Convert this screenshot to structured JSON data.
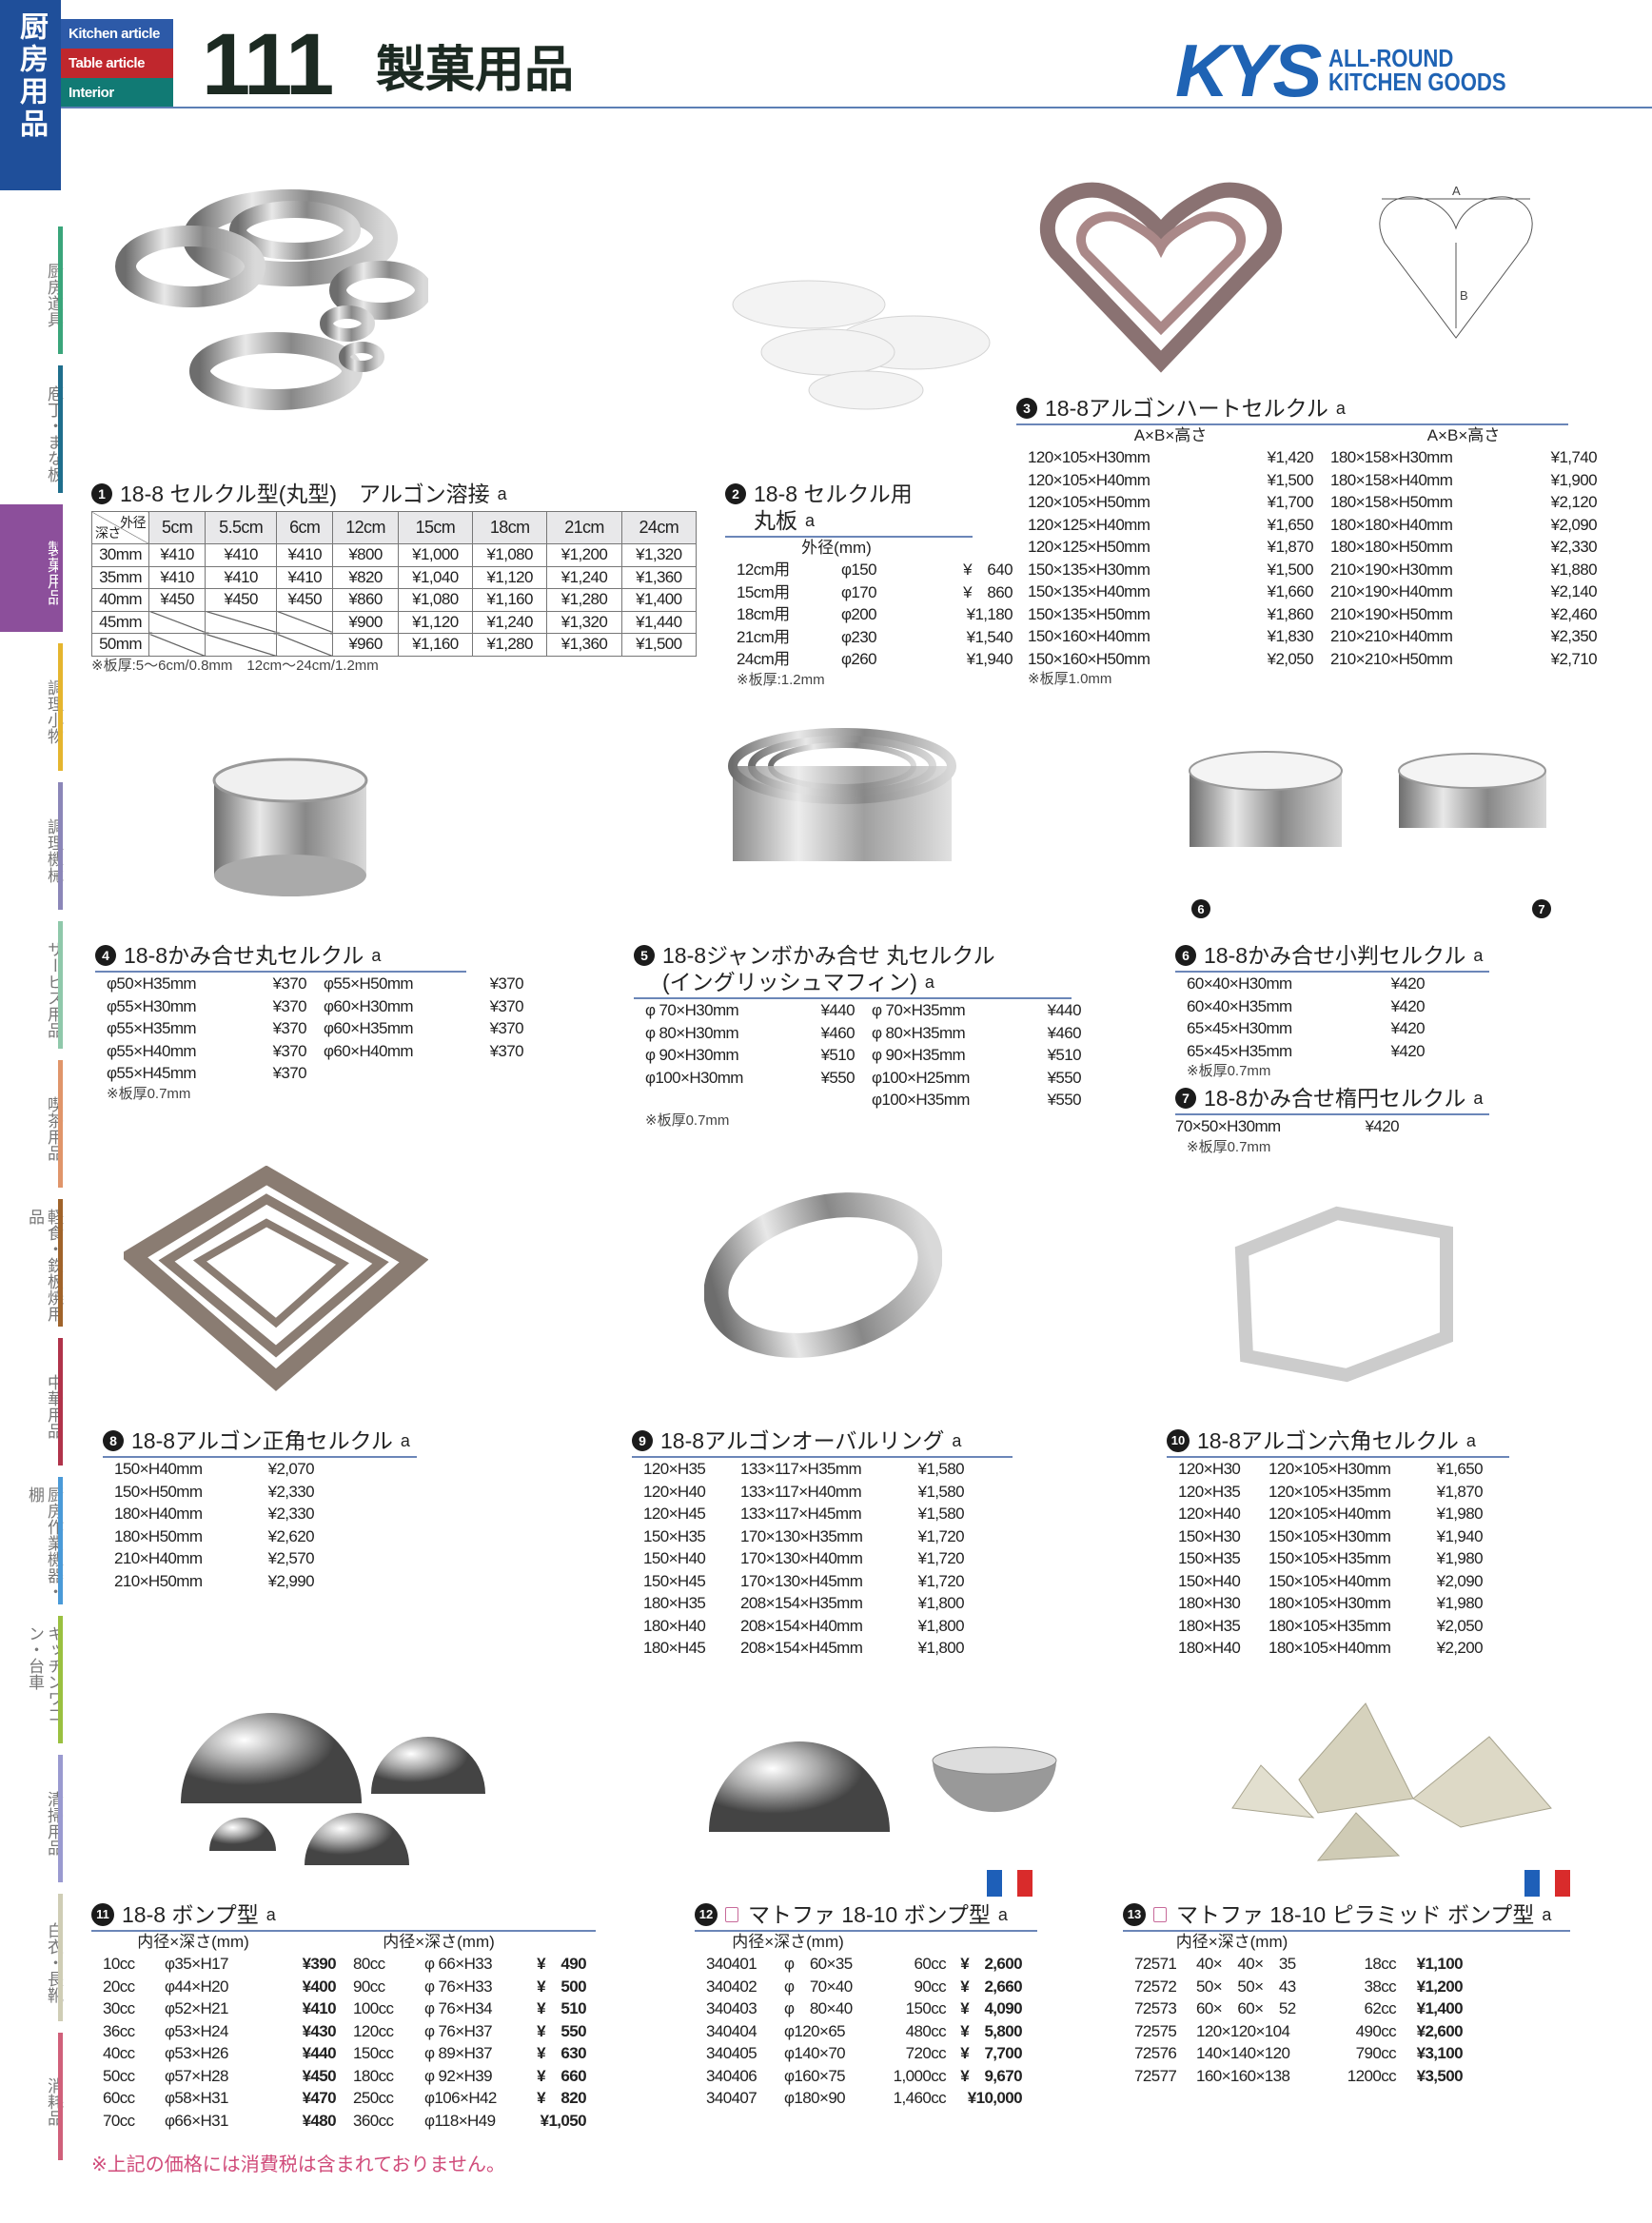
{
  "sidebar": {
    "section": "厨房用品",
    "tabs": [
      {
        "label": "厨房道具",
        "color": "#3aa57a"
      },
      {
        "label": "庖丁・まな板",
        "color": "#1f6e8c"
      },
      {
        "label": "製菓用品",
        "color": "#8c4f9b",
        "active": true
      },
      {
        "label": "調理小物",
        "color": "#e5b52e"
      },
      {
        "label": "調理機械",
        "color": "#8b86b8"
      },
      {
        "label": "サービス用品",
        "color": "#8fc8aa"
      },
      {
        "label": "喫茶用品",
        "color": "#e0956a"
      },
      {
        "label": "軽食・鉄板焼用品",
        "color": "#a0632a"
      },
      {
        "label": "中華用品",
        "color": "#b0334a"
      },
      {
        "label": "厨房作業機器・棚",
        "color": "#4a9ad8"
      },
      {
        "label": "キッチンワゴン・台車",
        "color": "#9ac040"
      },
      {
        "label": "清掃用品",
        "color": "#9a9ad0"
      },
      {
        "label": "白衣・長靴",
        "color": "#cfcdb5"
      },
      {
        "label": "消耗品",
        "color": "#d0607a"
      }
    ]
  },
  "header": {
    "categories": [
      {
        "label": "Kitchen article",
        "color": "#2d5aa8"
      },
      {
        "label": "Table article",
        "color": "#c0272d"
      },
      {
        "label": "Interior",
        "color": "#117a74"
      }
    ],
    "page_number": "111",
    "title": "製菓用品",
    "logo": {
      "mark": "KYS",
      "line1": "ALL-ROUND",
      "line2": "KITCHEN GOODS"
    }
  },
  "item1": {
    "num": "1",
    "title": "18-8 セルクル型(丸型)　アルゴン溶接",
    "grade": "a",
    "corner_top": "外径",
    "corner_bottom": "深さ",
    "cols": [
      "5cm",
      "5.5cm",
      "6cm",
      "12cm",
      "15cm",
      "18cm",
      "21cm",
      "24cm"
    ],
    "rows": [
      {
        "depth": "30mm",
        "prices": [
          "¥410",
          "¥410",
          "¥410",
          "¥800",
          "¥1,000",
          "¥1,080",
          "¥1,200",
          "¥1,320"
        ]
      },
      {
        "depth": "35mm",
        "prices": [
          "¥410",
          "¥410",
          "¥410",
          "¥820",
          "¥1,040",
          "¥1,120",
          "¥1,240",
          "¥1,360"
        ]
      },
      {
        "depth": "40mm",
        "prices": [
          "¥450",
          "¥450",
          "¥450",
          "¥860",
          "¥1,080",
          "¥1,160",
          "¥1,280",
          "¥1,400"
        ]
      },
      {
        "depth": "45mm",
        "prices": [
          "",
          "",
          "",
          "¥900",
          "¥1,120",
          "¥1,240",
          "¥1,320",
          "¥1,440"
        ]
      },
      {
        "depth": "50mm",
        "prices": [
          "",
          "",
          "",
          "¥960",
          "¥1,160",
          "¥1,280",
          "¥1,360",
          "¥1,500"
        ]
      }
    ],
    "note": "※板厚:5～6cm/0.8mm　12cm～24cm/1.2mm"
  },
  "items": [
    {
      "num": "2",
      "title": "18-8 セルクル用",
      "title2": "丸板",
      "grade": "a",
      "groups": [
        {
          "header": "外径(mm)",
          "rows": [
            [
              "12cm用",
              "φ150",
              "¥　640"
            ],
            [
              "15cm用",
              "φ170",
              "¥　860"
            ],
            [
              "18cm用",
              "φ200",
              "¥1,180"
            ],
            [
              "21cm用",
              "φ230",
              "¥1,540"
            ],
            [
              "24cm用",
              "φ260",
              "¥1,940"
            ]
          ]
        }
      ],
      "note": "※板厚:1.2mm"
    },
    {
      "num": "3",
      "title": "18-8アルゴンハートセルクル",
      "grade": "a",
      "groups": [
        {
          "header": "A×B×高さ",
          "rows": [
            [
              "120×105×H30mm",
              "¥1,420"
            ],
            [
              "120×105×H40mm",
              "¥1,500"
            ],
            [
              "120×105×H50mm",
              "¥1,700"
            ],
            [
              "120×125×H40mm",
              "¥1,650"
            ],
            [
              "120×125×H50mm",
              "¥1,870"
            ],
            [
              "150×135×H30mm",
              "¥1,500"
            ],
            [
              "150×135×H40mm",
              "¥1,660"
            ],
            [
              "150×135×H50mm",
              "¥1,860"
            ],
            [
              "150×160×H40mm",
              "¥1,830"
            ],
            [
              "150×160×H50mm",
              "¥2,050"
            ]
          ]
        },
        {
          "header": "A×B×高さ",
          "rows": [
            [
              "180×158×H30mm",
              "¥1,740"
            ],
            [
              "180×158×H40mm",
              "¥1,900"
            ],
            [
              "180×158×H50mm",
              "¥2,120"
            ],
            [
              "180×180×H40mm",
              "¥2,090"
            ],
            [
              "180×180×H50mm",
              "¥2,330"
            ],
            [
              "210×190×H30mm",
              "¥1,880"
            ],
            [
              "210×190×H40mm",
              "¥2,140"
            ],
            [
              "210×190×H50mm",
              "¥2,460"
            ],
            [
              "210×210×H40mm",
              "¥2,350"
            ],
            [
              "210×210×H50mm",
              "¥2,710"
            ]
          ]
        }
      ],
      "note": "※板厚1.0mm",
      "diagram": {
        "a": "A",
        "b": "B"
      }
    },
    {
      "num": "4",
      "title": "18-8かみ合せ丸セルクル",
      "grade": "a",
      "groups": [
        {
          "rows": [
            [
              "φ50×H35mm",
              "¥370"
            ],
            [
              "φ55×H30mm",
              "¥370"
            ],
            [
              "φ55×H35mm",
              "¥370"
            ],
            [
              "φ55×H40mm",
              "¥370"
            ],
            [
              "φ55×H45mm",
              "¥370"
            ]
          ]
        },
        {
          "rows": [
            [
              "φ55×H50mm",
              "¥370"
            ],
            [
              "φ60×H30mm",
              "¥370"
            ],
            [
              "φ60×H35mm",
              "¥370"
            ],
            [
              "φ60×H40mm",
              "¥370"
            ]
          ]
        }
      ],
      "note": "※板厚0.7mm"
    },
    {
      "num": "5",
      "title": "18-8ジャンボかみ合せ 丸セルクル",
      "title2": "(イングリッシュマフィン)",
      "grade": "a",
      "groups": [
        {
          "rows": [
            [
              "φ 70×H30mm",
              "¥440"
            ],
            [
              "φ 80×H30mm",
              "¥460"
            ],
            [
              "φ 90×H30mm",
              "¥510"
            ],
            [
              "φ100×H30mm",
              "¥550"
            ]
          ]
        },
        {
          "rows": [
            [
              "φ 70×H35mm",
              "¥440"
            ],
            [
              "φ 80×H35mm",
              "¥460"
            ],
            [
              "φ 90×H35mm",
              "¥510"
            ],
            [
              "φ100×H25mm",
              "¥550"
            ],
            [
              "φ100×H35mm",
              "¥550"
            ]
          ]
        }
      ],
      "note": "※板厚0.7mm"
    },
    {
      "num": "6",
      "title": "18-8かみ合せ小判セルクル",
      "grade": "a",
      "groups": [
        {
          "rows": [
            [
              "60×40×H30mm",
              "¥420"
            ],
            [
              "60×40×H35mm",
              "¥420"
            ],
            [
              "65×45×H30mm",
              "¥420"
            ],
            [
              "65×45×H35mm",
              "¥420"
            ]
          ]
        }
      ],
      "note": "※板厚0.7mm"
    },
    {
      "num": "7",
      "title": "18-8かみ合せ楕円セルクル",
      "grade": "a",
      "groups": [
        {
          "rows": [
            [
              "70×50×H30mm",
              "¥420"
            ]
          ]
        }
      ],
      "note": "※板厚0.7mm"
    },
    {
      "num": "8",
      "title": "18-8アルゴン正角セルクル",
      "grade": "a",
      "groups": [
        {
          "rows": [
            [
              "150×H40mm",
              "¥2,070"
            ],
            [
              "150×H50mm",
              "¥2,330"
            ],
            [
              "180×H40mm",
              "¥2,330"
            ],
            [
              "180×H50mm",
              "¥2,620"
            ],
            [
              "210×H40mm",
              "¥2,570"
            ],
            [
              "210×H50mm",
              "¥2,990"
            ]
          ]
        }
      ]
    },
    {
      "num": "9",
      "title": "18-8アルゴンオーバルリング",
      "grade": "a",
      "groups": [
        {
          "rows": [
            [
              "120×H35",
              "133×117×H35mm",
              "¥1,580"
            ],
            [
              "120×H40",
              "133×117×H40mm",
              "¥1,580"
            ],
            [
              "120×H45",
              "133×117×H45mm",
              "¥1,580"
            ],
            [
              "150×H35",
              "170×130×H35mm",
              "¥1,720"
            ],
            [
              "150×H40",
              "170×130×H40mm",
              "¥1,720"
            ],
            [
              "150×H45",
              "170×130×H45mm",
              "¥1,720"
            ],
            [
              "180×H35",
              "208×154×H35mm",
              "¥1,800"
            ],
            [
              "180×H40",
              "208×154×H40mm",
              "¥1,800"
            ],
            [
              "180×H45",
              "208×154×H45mm",
              "¥1,800"
            ]
          ]
        }
      ]
    },
    {
      "num": "10",
      "title": "18-8アルゴン六角セルクル",
      "grade": "a",
      "groups": [
        {
          "rows": [
            [
              "120×H30",
              "120×105×H30mm",
              "¥1,650"
            ],
            [
              "120×H35",
              "120×105×H35mm",
              "¥1,870"
            ],
            [
              "120×H40",
              "120×105×H40mm",
              "¥1,980"
            ],
            [
              "150×H30",
              "150×105×H30mm",
              "¥1,940"
            ],
            [
              "150×H35",
              "150×105×H35mm",
              "¥1,980"
            ],
            [
              "150×H40",
              "150×105×H40mm",
              "¥2,090"
            ],
            [
              "180×H30",
              "180×105×H30mm",
              "¥1,980"
            ],
            [
              "180×H35",
              "180×105×H35mm",
              "¥2,050"
            ],
            [
              "180×H40",
              "180×105×H40mm",
              "¥2,200"
            ]
          ]
        }
      ]
    },
    {
      "num": "11",
      "title": "18-8 ボンプ型",
      "grade": "a",
      "groups": [
        {
          "header": "内径×深さ(mm)",
          "rows": [
            [
              "10cc",
              "φ35×H17",
              "¥390"
            ],
            [
              "20cc",
              "φ44×H20",
              "¥400"
            ],
            [
              "30cc",
              "φ52×H21",
              "¥410"
            ],
            [
              "36cc",
              "φ53×H24",
              "¥430"
            ],
            [
              "40cc",
              "φ53×H26",
              "¥440"
            ],
            [
              "50cc",
              "φ57×H28",
              "¥450"
            ],
            [
              "60cc",
              "φ58×H31",
              "¥470"
            ],
            [
              "70cc",
              "φ66×H31",
              "¥480"
            ]
          ]
        },
        {
          "header": "内径×深さ(mm)",
          "rows": [
            [
              "80cc",
              "φ 66×H33",
              "¥　490"
            ],
            [
              "90cc",
              "φ 76×H33",
              "¥　500"
            ],
            [
              "100cc",
              "φ 76×H34",
              "¥　510"
            ],
            [
              "120cc",
              "φ 76×H37",
              "¥　550"
            ],
            [
              "150cc",
              "φ 89×H37",
              "¥　630"
            ],
            [
              "180cc",
              "φ 92×H39",
              "¥　660"
            ],
            [
              "250cc",
              "φ106×H42",
              "¥　820"
            ],
            [
              "360cc",
              "φ118×H49",
              "¥1,050"
            ]
          ]
        }
      ]
    },
    {
      "num": "12",
      "title": "マトファ 18-10 ボンプ型",
      "grade": "a",
      "groups": [
        {
          "header": "内径×深さ(mm)",
          "rows": [
            [
              "340401",
              "φ　60×35",
              "60cc",
              "¥　2,600"
            ],
            [
              "340402",
              "φ　70×40",
              "90cc",
              "¥　2,660"
            ],
            [
              "340403",
              "φ　80×40",
              "150cc",
              "¥　4,090"
            ],
            [
              "340404",
              "φ120×65",
              "480cc",
              "¥　5,800"
            ],
            [
              "340405",
              "φ140×70",
              "720cc",
              "¥　7,700"
            ],
            [
              "340406",
              "φ160×75",
              "1,000cc",
              "¥　9,670"
            ],
            [
              "340407",
              "φ180×90",
              "1,460cc",
              "¥10,000"
            ]
          ]
        }
      ]
    },
    {
      "num": "13",
      "title": "マトファ 18-10 ピラミッド ボンプ型",
      "grade": "a",
      "groups": [
        {
          "header": "内径×深さ(mm)",
          "rows": [
            [
              "72571",
              "40×　40×　35",
              "18cc",
              "¥1,100"
            ],
            [
              "72572",
              "50×　50×　43",
              "38cc",
              "¥1,200"
            ],
            [
              "72573",
              "60×　60×　52",
              "62cc",
              "¥1,400"
            ],
            [
              "72575",
              "120×120×104",
              "490cc",
              "¥2,600"
            ],
            [
              "72576",
              "140×140×120",
              "790cc",
              "¥3,100"
            ],
            [
              "72577",
              "160×160×138",
              "1200cc",
              "¥3,500"
            ]
          ]
        }
      ]
    }
  ],
  "footer_note": "※上記の価格には消費税は含まれておりません。",
  "flag_colors": [
    "#1e5fb8",
    "#ffffff",
    "#d92b2b"
  ]
}
